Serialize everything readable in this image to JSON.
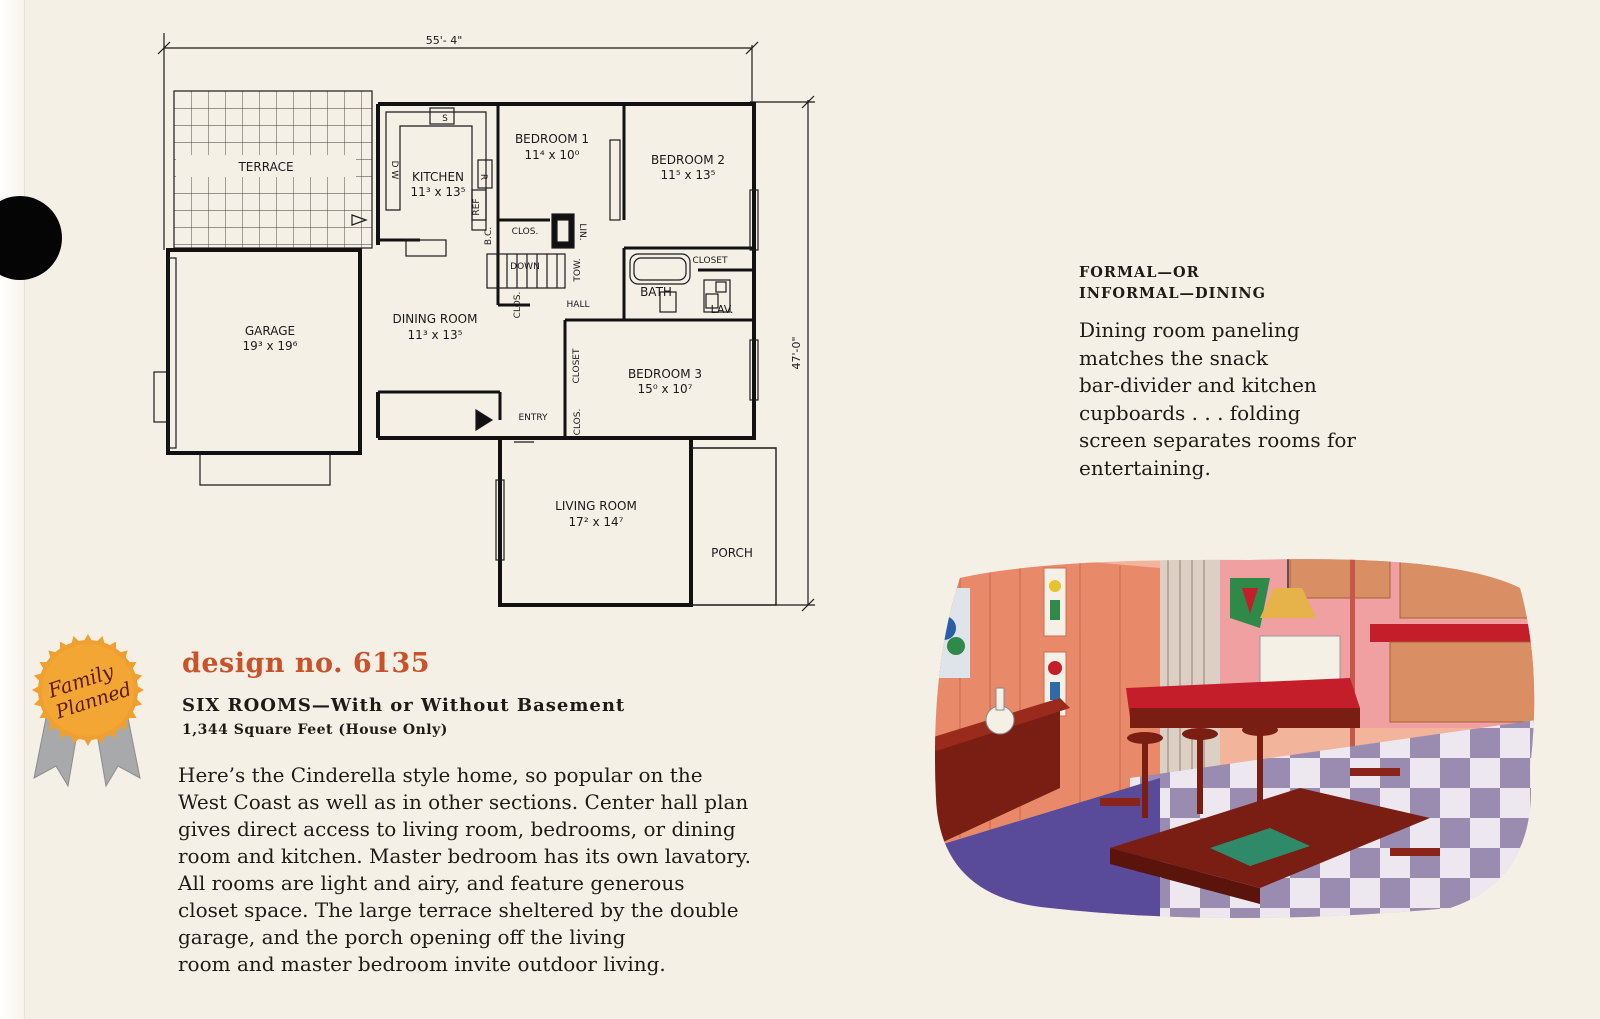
{
  "floor_plan": {
    "width_dimension": "55'- 4\"",
    "depth_dimension": "47'-0\"",
    "rooms": {
      "terrace": "TERRACE",
      "kitchen": "KITCHEN",
      "kitchen_size": "11³ x 13⁵",
      "bedroom1": "BEDROOM 1",
      "bedroom1_size": "11⁴ x 10⁰",
      "bedroom2": "BEDROOM 2",
      "bedroom2_size": "11⁵ x 13⁵",
      "garage": "GARAGE",
      "garage_size": "19³ x 19⁶",
      "dining_room": "DINING ROOM",
      "dining_room_size": "11³ x 13⁵",
      "bath": "BATH",
      "lav": "LAV.",
      "bedroom3": "BEDROOM 3",
      "bedroom3_size": "15⁰ x 10⁷",
      "living_room": "LIVING ROOM",
      "living_room_size": "17² x 14⁷",
      "porch": "PORCH",
      "entry": "ENTRY",
      "hall": "HALL"
    },
    "labels": {
      "sink": "S",
      "dishwasher": "D W",
      "refrigerator_r": "R",
      "refrigerator": "REF",
      "broom_closet": "B.C.",
      "clos": "CLOS.",
      "linen": "LIN.",
      "down": "DOWN",
      "towel": "TOW.",
      "closet": "CLOSET",
      "clos_vertical": "CLOS.",
      "closet_vertical": "CLOSET",
      "clos_entry": "CLOS."
    }
  },
  "badge": {
    "line1": "Family",
    "line2": "Planned",
    "colors": {
      "seal": "#f0a030",
      "ribbon": "#a7a9ab",
      "text": "#5a1a0a"
    }
  },
  "design": {
    "title": "design no. 6135",
    "subtitle": "SIX ROOMS—With or Without Basement",
    "sqft": "1,344 Square Feet (House Only)",
    "description_lines": [
      "Here’s the Cinderella style home, so popular on the",
      "West Coast as well as in other sections. Center hall plan",
      "gives direct access to living room, bedrooms, or dining",
      "room and kitchen. Master bedroom has its own lavatory.",
      "All rooms are light and airy, and feature generous",
      "closet space. The large terrace sheltered by the double",
      "garage, and the porch opening off the living",
      "room and master bedroom invite outdoor living."
    ]
  },
  "sidebar": {
    "heading_line1": "FORMAL—OR",
    "heading_line2": "INFORMAL—DINING",
    "caption_lines": [
      "Dining room paneling",
      "matches the snack",
      "bar-divider and kitchen",
      "cupboards . . . folding",
      "screen separates rooms for",
      "entertaining."
    ]
  },
  "colors": {
    "title_accent": "#c9522a",
    "page": "#f4f0e6",
    "wall_paneling": "#e88a6a",
    "counter_red": "#c41e2a",
    "furniture_wood": "#7a1e14"
  }
}
